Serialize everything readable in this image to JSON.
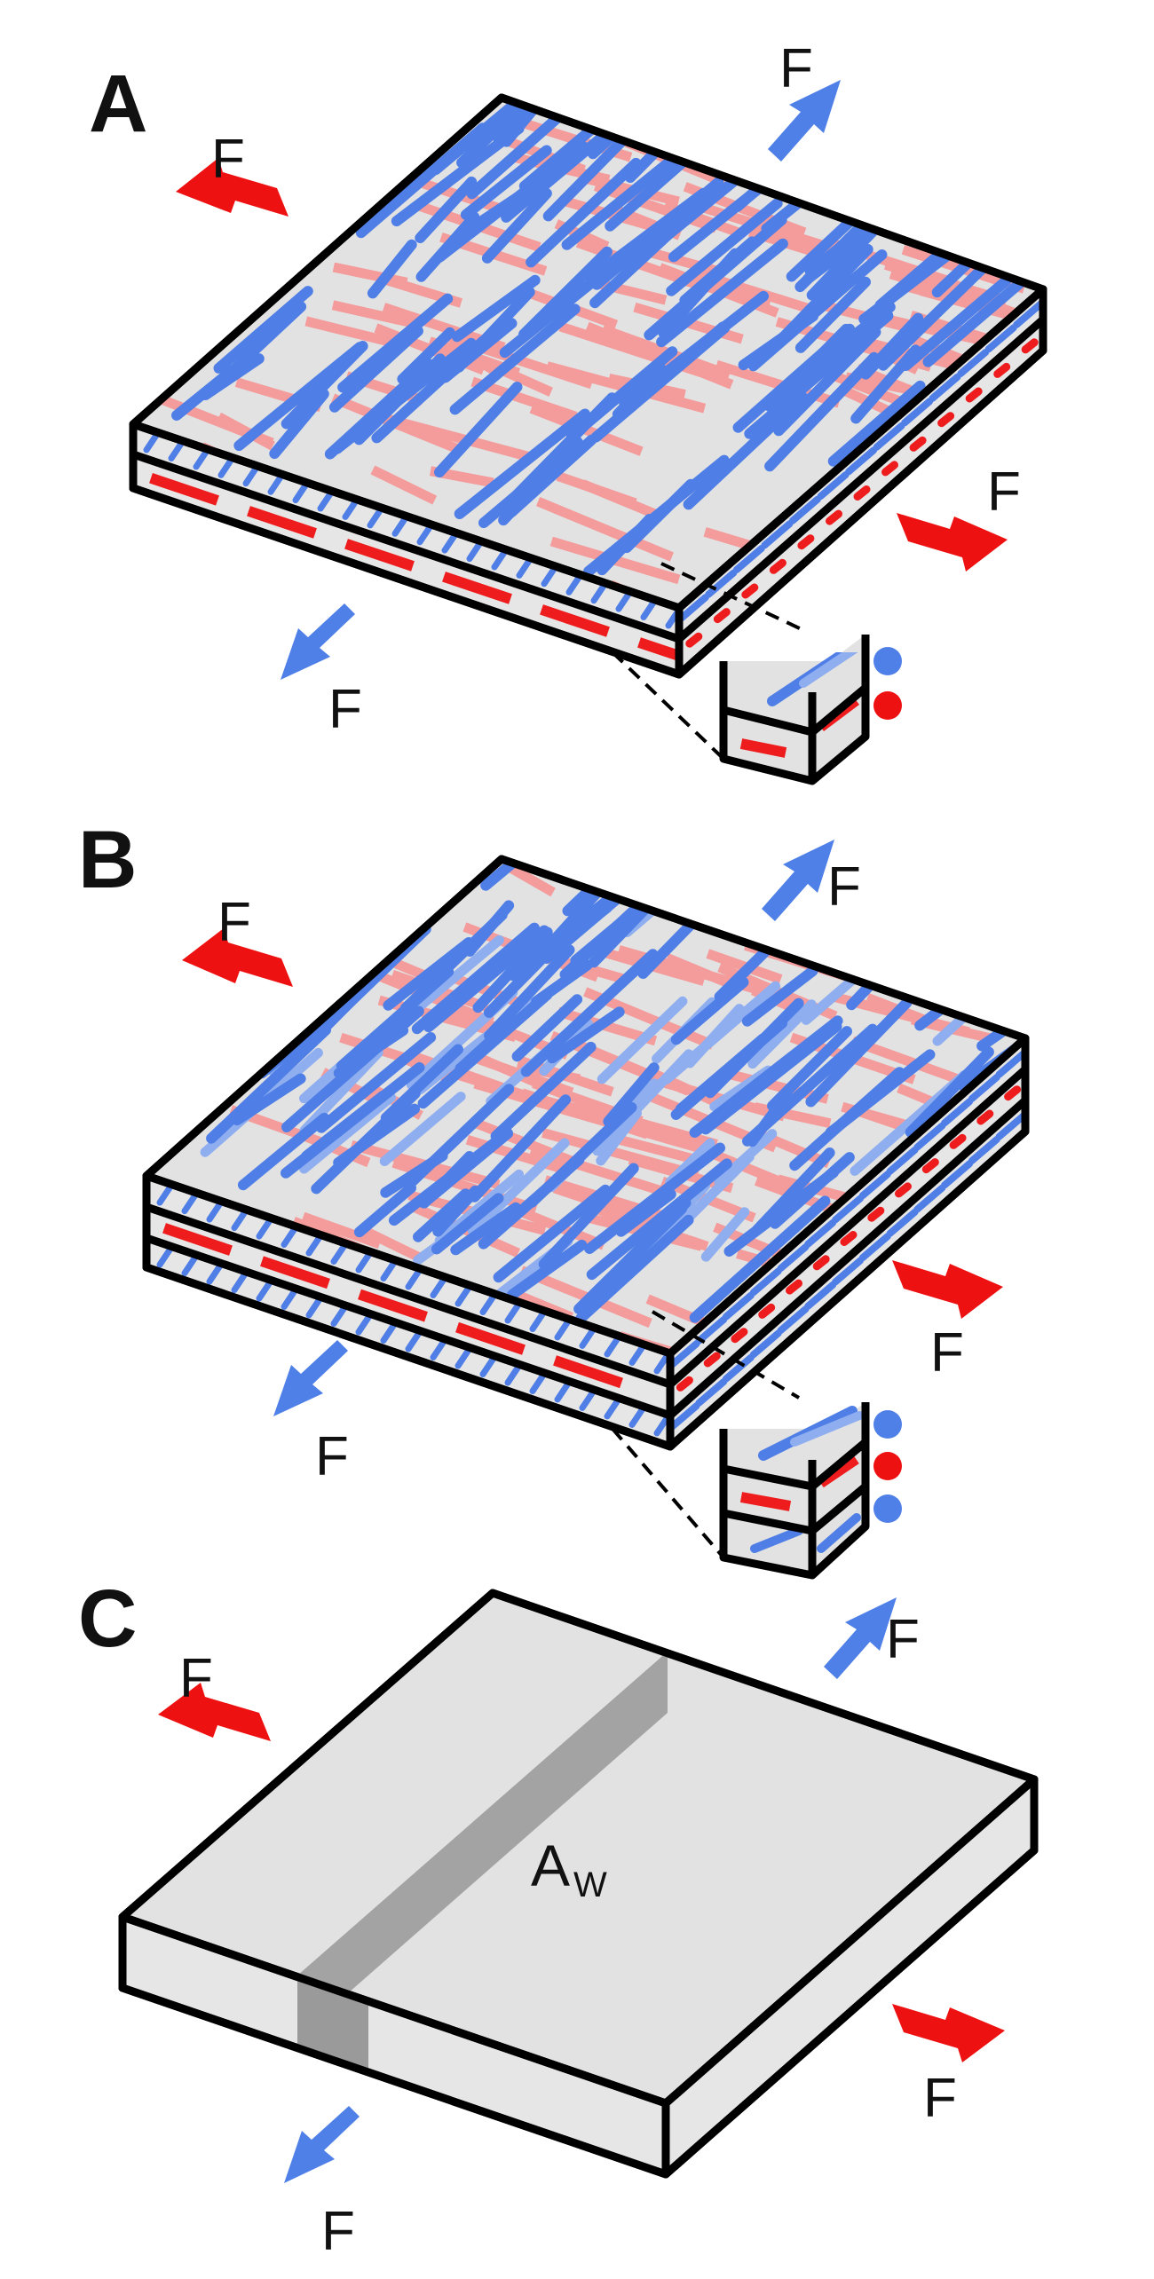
{
  "figure": {
    "colors": {
      "background": "#ffffff",
      "slab_top": "#e2e2e2",
      "slab_side": "#e6e6e6",
      "outline": "#000000",
      "fiber_blue": "#4f7fe6",
      "fiber_blue_light": "#8faef0",
      "fiber_pink": "#f49b9b",
      "fiber_red": "#ee1c1c",
      "arrow_red": "#ee1111",
      "arrow_blue": "#4f80e8",
      "weld_band": "#9a9a9a"
    },
    "panels": [
      {
        "id": "A",
        "label": "A",
        "forces": [
          {
            "text": "F",
            "direction": "left",
            "color": "red"
          },
          {
            "text": "F",
            "direction": "up-right",
            "color": "blue"
          },
          {
            "text": "F",
            "direction": "right",
            "color": "red"
          },
          {
            "text": "F",
            "direction": "down-left",
            "color": "blue"
          }
        ],
        "layers": [
          "blue",
          "red"
        ]
      },
      {
        "id": "B",
        "label": "B",
        "forces": [
          {
            "text": "F",
            "direction": "left",
            "color": "red"
          },
          {
            "text": "F",
            "direction": "up-right",
            "color": "blue"
          },
          {
            "text": "F",
            "direction": "right",
            "color": "red"
          },
          {
            "text": "F",
            "direction": "down-left",
            "color": "blue"
          }
        ],
        "layers": [
          "blue",
          "red",
          "blue"
        ]
      },
      {
        "id": "C",
        "label": "C",
        "forces": [
          {
            "text": "F",
            "direction": "left",
            "color": "red"
          },
          {
            "text": "F",
            "direction": "up-right",
            "color": "blue"
          },
          {
            "text": "F",
            "direction": "right",
            "color": "red"
          },
          {
            "text": "F",
            "direction": "down-left",
            "color": "blue"
          }
        ],
        "weld_area": {
          "main": "A",
          "subscript": "W"
        }
      }
    ]
  }
}
